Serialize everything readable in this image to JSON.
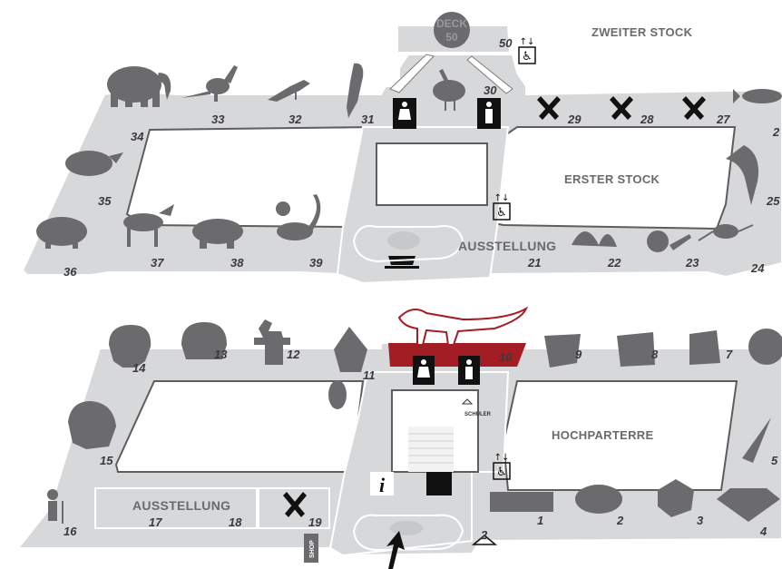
{
  "floors": {
    "upper_label": "ZWEITER STOCK",
    "first_label": "ERSTER STOCK",
    "ground_label": "HOCHPARTERRE"
  },
  "areas": {
    "exhibition_upper": "AUSSTELLUNG",
    "exhibition_lower": "AUSSTELLUNG",
    "deck_line1": "DECK",
    "deck_line2": "50",
    "school_label": "SCHÜLER",
    "shop_label": "SHOP",
    "info_glyph": "i"
  },
  "rooms": {
    "r1": "1",
    "r2": "2",
    "r3": "3",
    "r4": "4",
    "r5": "5",
    "r7": "7",
    "r8": "8",
    "r9": "9",
    "r10": "10",
    "r11": "11",
    "r12": "12",
    "r13": "13",
    "r14": "14",
    "r15": "15",
    "r16": "16",
    "r17": "17",
    "r18": "18",
    "r19": "19",
    "r21": "21",
    "r22": "22",
    "r23": "23",
    "r24": "24",
    "r25": "25",
    "r26": "2",
    "r27": "27",
    "r28": "28",
    "r29": "29",
    "r30": "30",
    "r31": "31",
    "r32": "32",
    "r33": "33",
    "r34": "34",
    "r35": "35",
    "r36": "36",
    "r37": "37",
    "r38": "38",
    "r39": "39",
    "r50": "50"
  },
  "icons": {
    "elevator": "elevator-icon",
    "wheelchair": "wheelchair-icon",
    "toilet_women": "toilet-women-icon",
    "toilet_men": "toilet-men-icon",
    "workshop": "tools-icon",
    "cafe": "coffee-cup-icon",
    "wardrobe": "coat-hanger-icon",
    "entrance": "entrance-arrow-icon"
  },
  "colors": {
    "floor": "#d7d8da",
    "icon_gray": "#6b6b6d",
    "highlight_room": "#a31d24",
    "text": "#3a3a3c"
  }
}
